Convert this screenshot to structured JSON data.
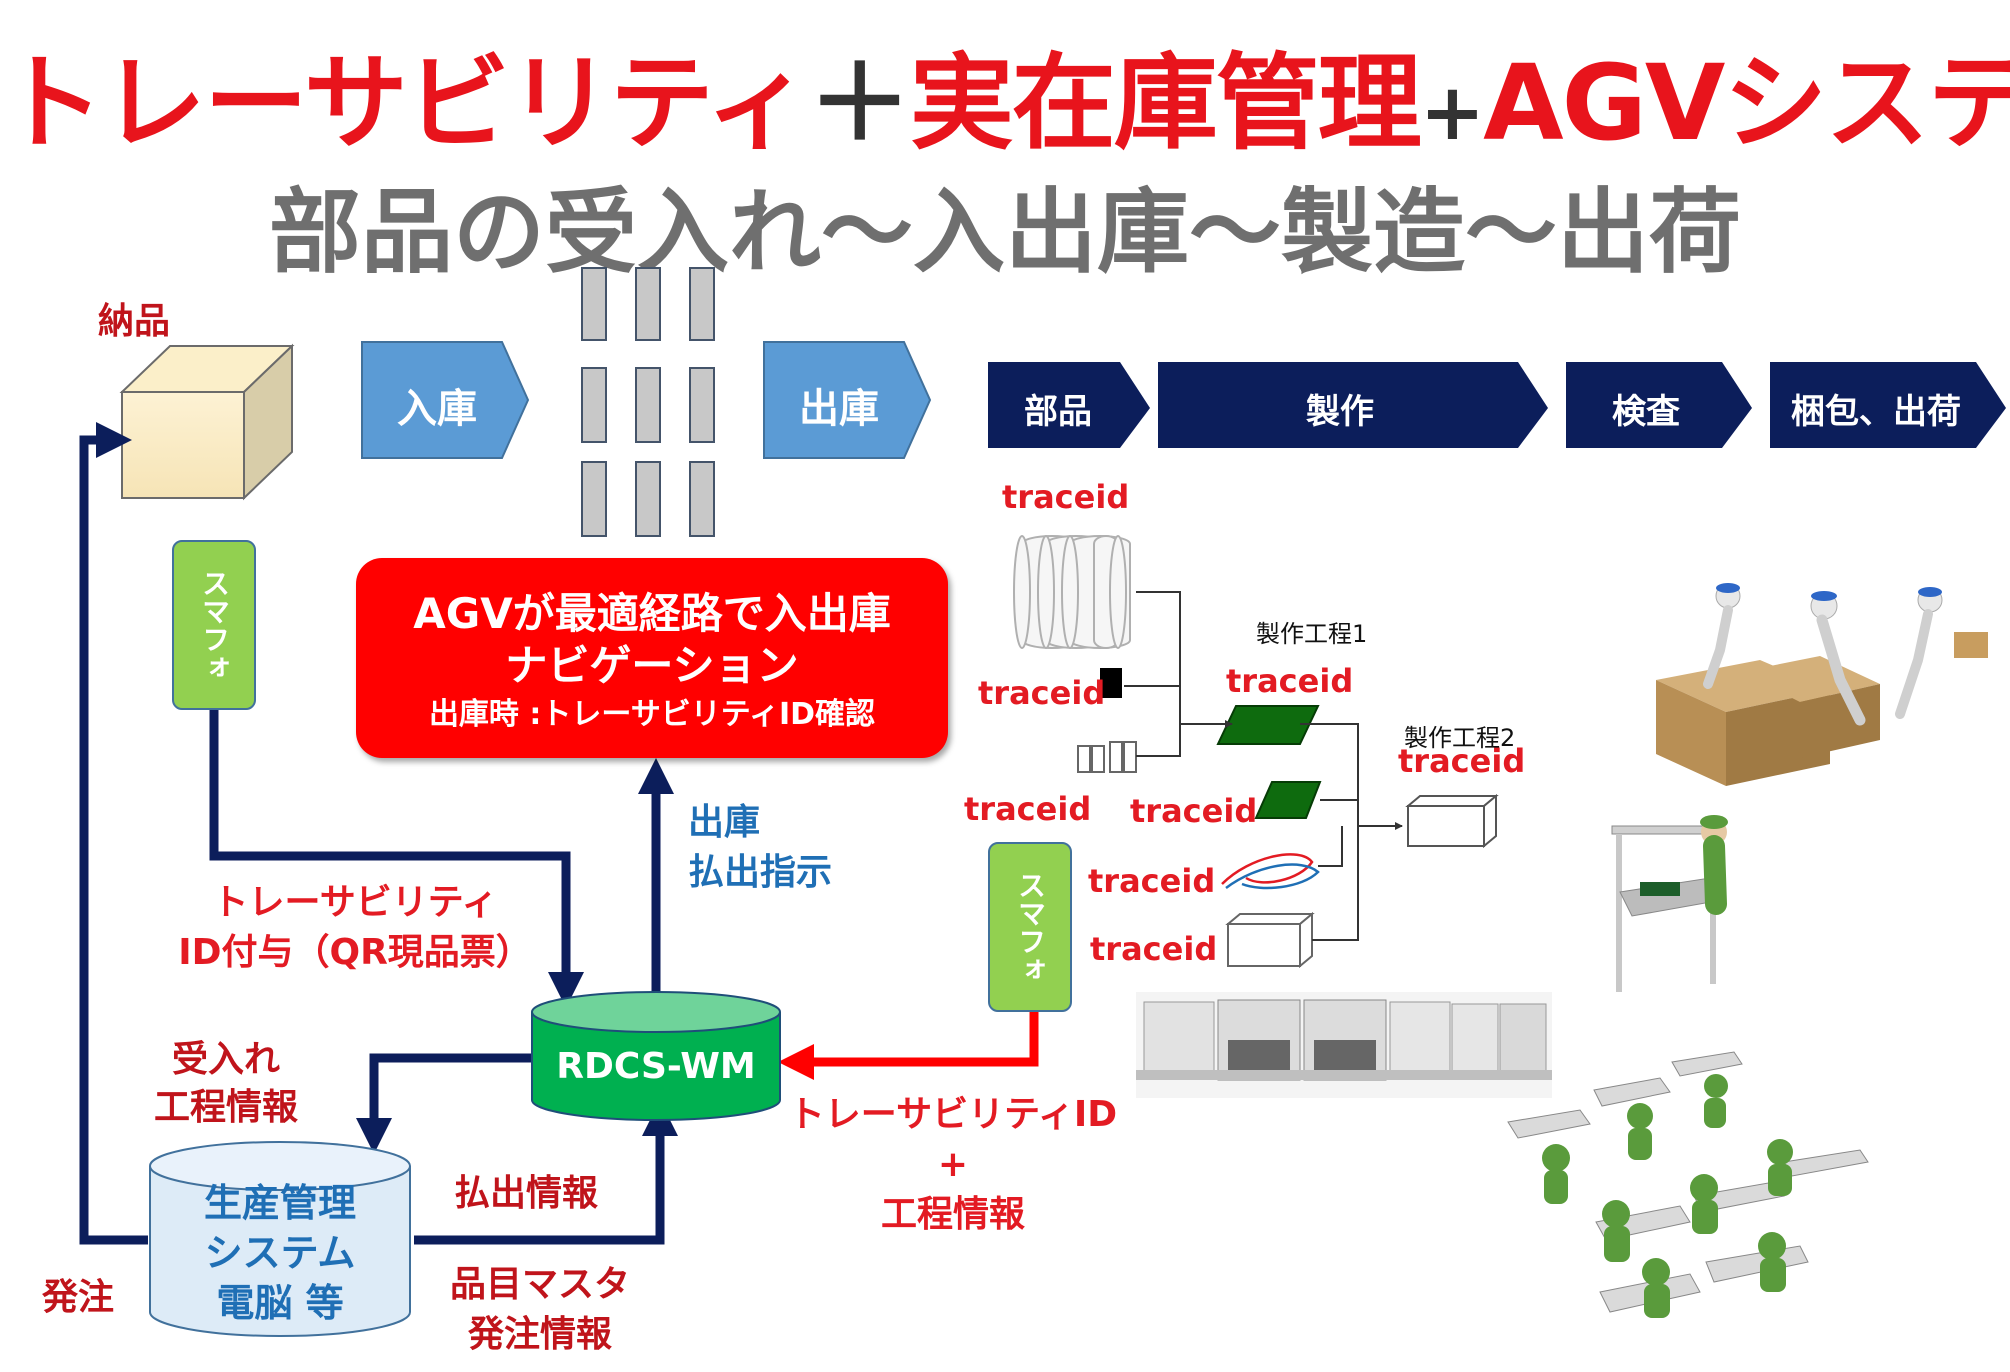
{
  "title": {
    "part1": "トレーサビリティ",
    "plus1": "＋",
    "part2": "実在庫管理",
    "plus2": "+",
    "part3": "AGVシステム"
  },
  "subtitle": "部品の受入れ～入出庫～製造～出荷",
  "delivery_label": "納品",
  "flow_blue": {
    "in": "入庫",
    "out": "出庫"
  },
  "flow_navy": [
    "部品",
    "製作",
    "検査",
    "梱包、出荷"
  ],
  "smartphone": "スマフォ",
  "agv_box": {
    "line1": "AGVが最適経路で入出庫",
    "line2": "ナビゲーション",
    "line3": "出庫時 :トレーサビリティID確認"
  },
  "shipping_instruction": {
    "line1": "出庫",
    "line2": "払出指示"
  },
  "traceability_id_grant": {
    "line1": "トレーサビリティ",
    "line2": "ID付与（QR現品票）"
  },
  "receiving_info": {
    "line1": "受入れ",
    "line2": "工程情報"
  },
  "rdcs": "RDCS-WM",
  "production_system": {
    "line1": "生産管理",
    "line2": "システム",
    "line3": "電脳 等"
  },
  "order_label": "発注",
  "payout_info": "払出情報",
  "master_info": {
    "line1": "品目マスタ",
    "line2": "発注情報"
  },
  "traceid_process": {
    "line1": "トレーサビリティID",
    "line2": "+",
    "line3": "工程情報"
  },
  "traceid": "traceid",
  "process1": "製作工程1",
  "process2": "製作工程2",
  "colors": {
    "title_red": "#e8141c",
    "dark_red": "#c0141b",
    "navy": "#0c1e5b",
    "flow_blue": "#5b9bd5",
    "db_green": "#00b050",
    "db_blue": "#ddebf7",
    "smartphone_green": "#92d050",
    "pcb_green": "#0e6b0e"
  }
}
